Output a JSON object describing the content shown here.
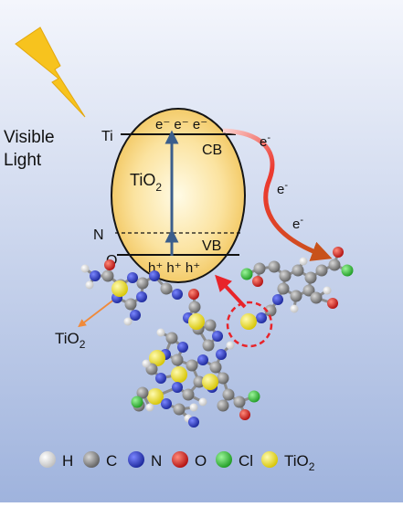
{
  "light": {
    "line1": "Visible",
    "line2": "Light"
  },
  "band": {
    "ti": "Ti",
    "n": "N",
    "o": "O",
    "cb": "CB",
    "vb": "VB",
    "electrons": "e⁻ e⁻ e⁻",
    "holes": "h⁺ h⁺ h⁺",
    "semiconductor_base": "TiO",
    "semiconductor_sub": "2"
  },
  "transfer": {
    "e1": "e",
    "e2": "e",
    "e3": "e",
    "charge": "-"
  },
  "molecule": {
    "support_base": "TiO",
    "support_sub": "2"
  },
  "legend": {
    "h": "H",
    "c": "C",
    "n": "N",
    "o": "O",
    "cl": "Cl",
    "tio2_base": "TiO",
    "tio2_sub": "2"
  },
  "colors": {
    "bg_top": "#f4f6fc",
    "bg_bottom": "#9fb3dd",
    "ellipse_center": "#fffbe6",
    "ellipse_edge": "#f1c45a",
    "bolt": "#f7c31e",
    "arrow_red": "#e8242a",
    "arrow_orange": "#c8521a",
    "hydrogen": "#f2f2f2",
    "carbon": "#8a8a8a",
    "nitrogen": "#2a3ccc",
    "oxygen": "#e41e1e",
    "chlorine": "#36c43a",
    "tio2": "#f2e323"
  }
}
